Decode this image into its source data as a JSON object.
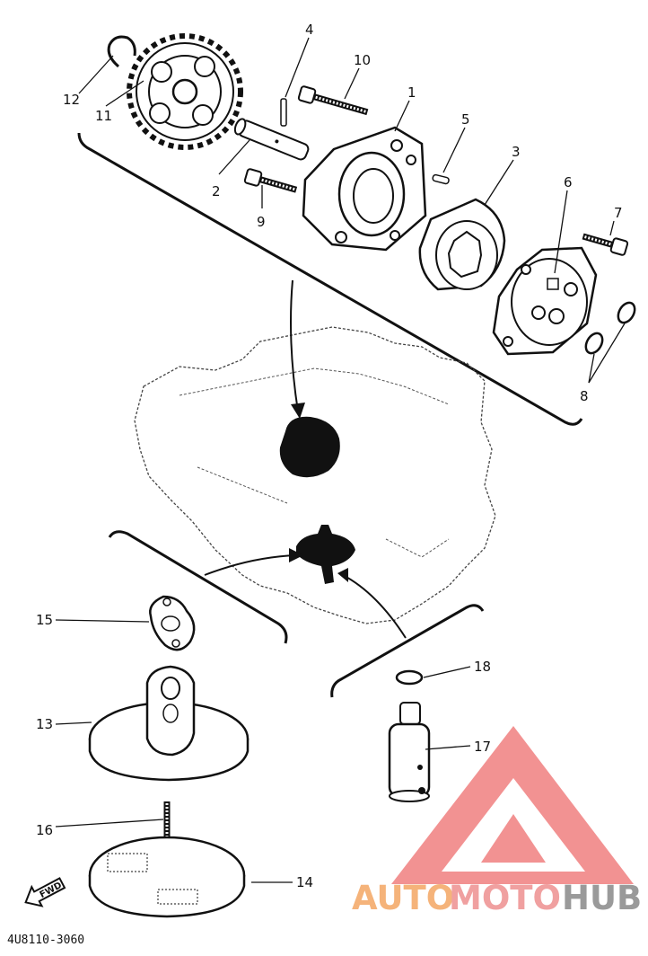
{
  "diagram": {
    "drawing_code": "4U8110-3060",
    "fwd_label": "FWD",
    "callouts": [
      "1",
      "2",
      "3",
      "4",
      "5",
      "6",
      "7",
      "8",
      "9",
      "10",
      "11",
      "12",
      "13",
      "14",
      "15",
      "16",
      "17",
      "18"
    ]
  },
  "watermark": {
    "part1": "AUTO",
    "part2": "MOTO",
    "part3": "HUB",
    "colors": {
      "auto": "#f5b37a",
      "moto": "#f0a0a0",
      "hub": "#9a9a9a",
      "logo": "#f08080"
    }
  }
}
